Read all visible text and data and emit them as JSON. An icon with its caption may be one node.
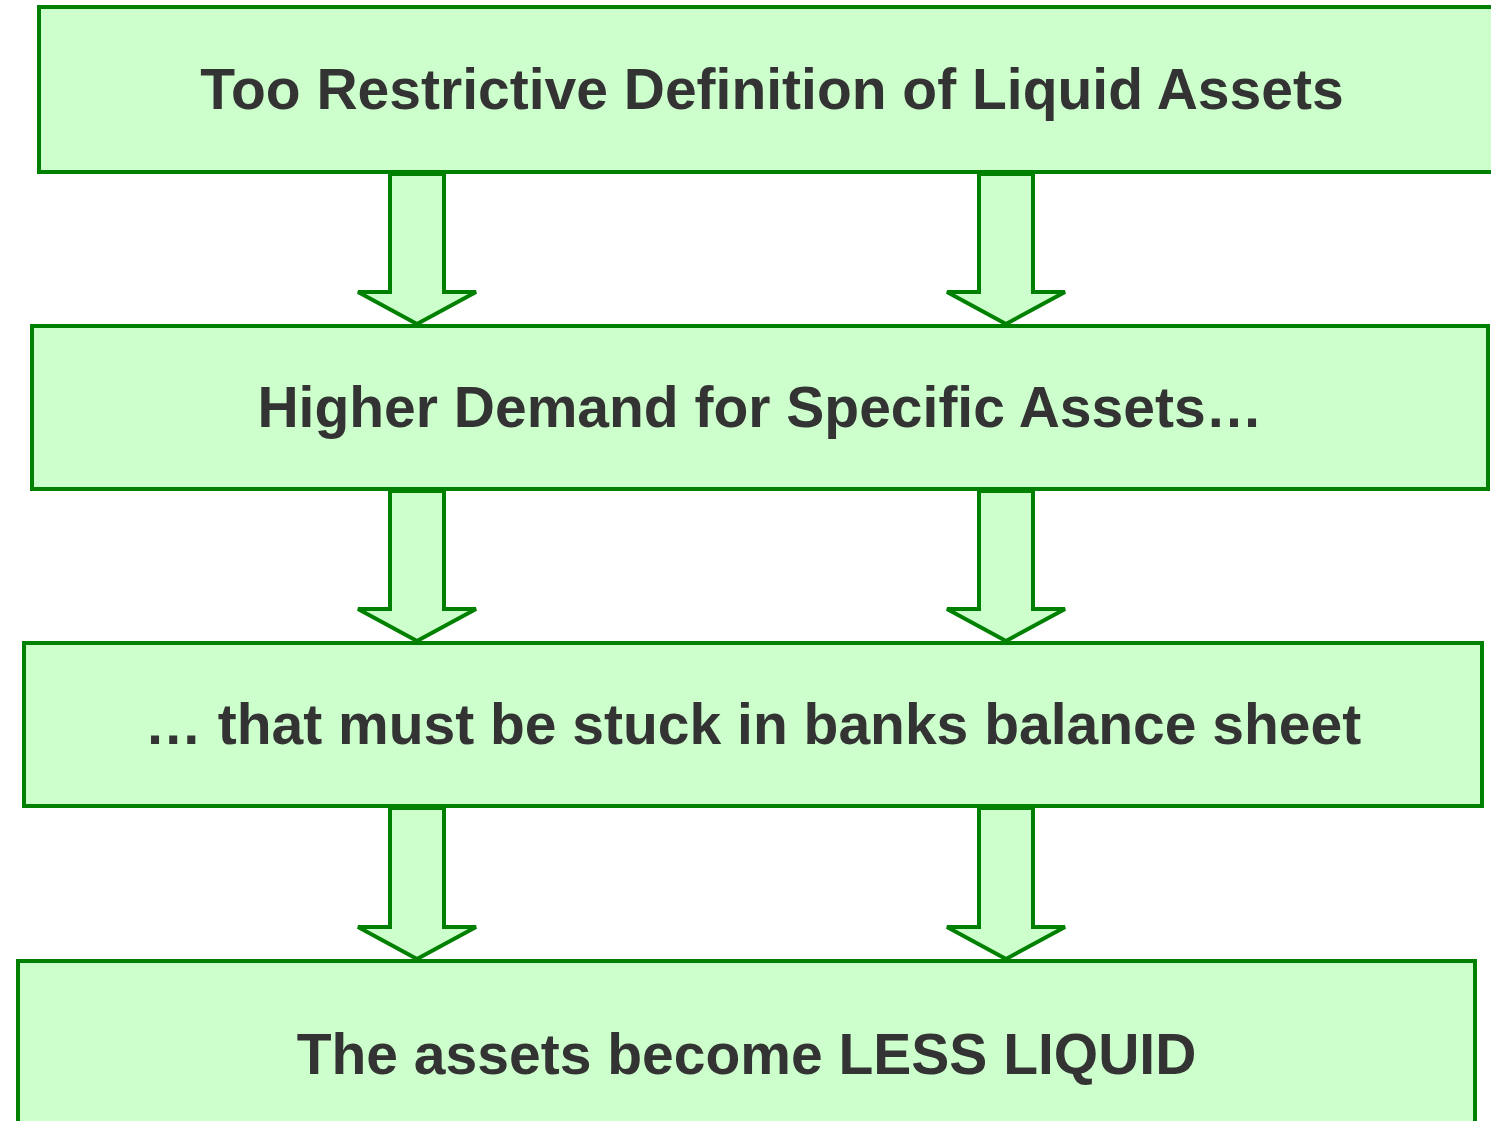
{
  "diagram": {
    "nodes": [
      {
        "text": [
          "Too Restrictive Definition of Liquid Assets"
        ]
      },
      {
        "text": [
          "Higher Demand for Specific Assets…"
        ]
      },
      {
        "text": [
          "… that must be stuck in banks balance sheet"
        ]
      },
      {
        "text": [
          "The assets become LESS LIQUID"
        ]
      }
    ],
    "edges": [
      {
        "from": 0,
        "to": 1,
        "arrow": "to"
      },
      {
        "from": 0,
        "to": 1,
        "arrow": "to"
      },
      {
        "from": 1,
        "to": 2,
        "arrow": "to"
      },
      {
        "from": 1,
        "to": 2,
        "arrow": "to"
      },
      {
        "from": 2,
        "to": 3,
        "arrow": "to"
      },
      {
        "from": 2,
        "to": 3,
        "arrow": "to"
      }
    ]
  }
}
